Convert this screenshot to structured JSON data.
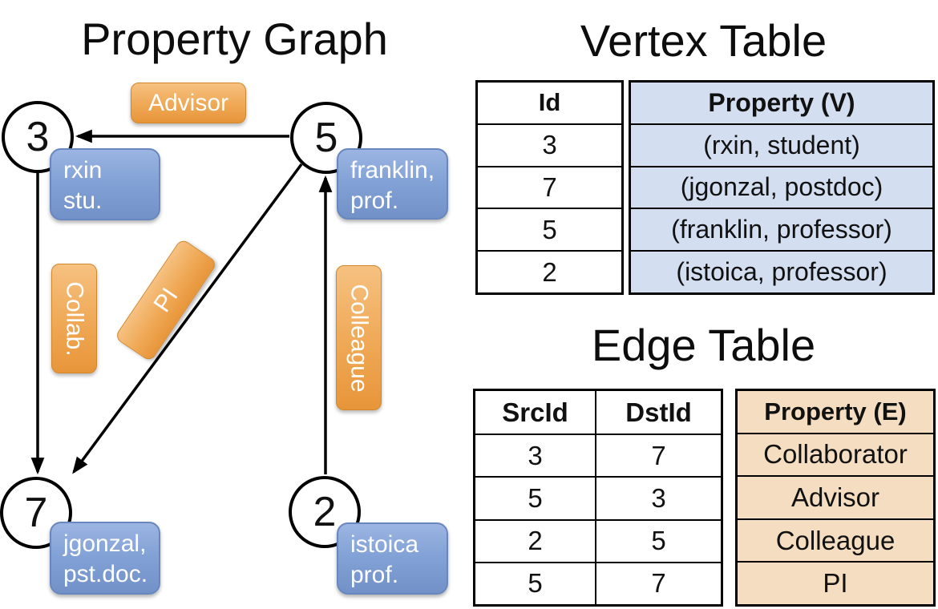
{
  "titles": {
    "graph": "Property Graph",
    "vertex": "Vertex Table",
    "edge": "Edge Table"
  },
  "colors": {
    "edge_label_orange": "#EC9C41",
    "vertex_label_blue": "#7D9CD1",
    "vertex_property_fill": "#D4DEF1",
    "edge_property_fill": "#F4DDC0",
    "line_color": "#000000"
  },
  "graph": {
    "nodes": {
      "n3": {
        "id": "3",
        "line1": "rxin",
        "line2": "stu."
      },
      "n5": {
        "id": "5",
        "line1": "franklin,",
        "line2": "prof."
      },
      "n7": {
        "id": "7",
        "line1": "jgonzal,",
        "line2": "pst.doc."
      },
      "n2": {
        "id": "2",
        "line1": "istoica",
        "line2": "prof."
      }
    },
    "edge_labels": {
      "advisor": "Advisor",
      "collab": "Collab.",
      "pi": "PI",
      "colleague": "Colleague"
    }
  },
  "vertex_table": {
    "headers": {
      "id": "Id",
      "property": "Property (V)"
    },
    "id_rows": [
      "3",
      "7",
      "5",
      "2"
    ],
    "property_rows": [
      "(rxin, student)",
      "(jgonzal, postdoc)",
      "(franklin, professor)",
      "(istoica, professor)"
    ]
  },
  "edge_table": {
    "headers": {
      "src": "SrcId",
      "dst": "DstId",
      "property": "Property (E)"
    },
    "src_rows": [
      "3",
      "5",
      "2",
      "5"
    ],
    "dst_rows": [
      "7",
      "3",
      "5",
      "7"
    ],
    "property_rows": [
      "Collaborator",
      "Advisor",
      "Colleague",
      "PI"
    ]
  }
}
